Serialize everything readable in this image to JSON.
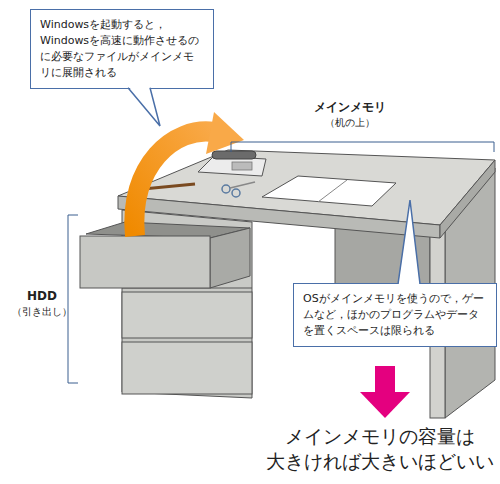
{
  "diagram": {
    "nodes": [
      {
        "text": [
          "Windowsを起動すると，Windowsを高速に動作させるのに必要なファイルがメインメモリに展開される"
        ]
      },
      {
        "text": [
          "OSがメインメモリを使うので，ゲームなど，ほかのプログラムやデータを置くスペースは限られる"
        ]
      }
    ],
    "labels": [
      "メインメモリ",
      "（机の上）",
      "HDD",
      "（引き出し）",
      "メインメモリの容量は 大きければ大きいほどいい"
    ]
  }
}
